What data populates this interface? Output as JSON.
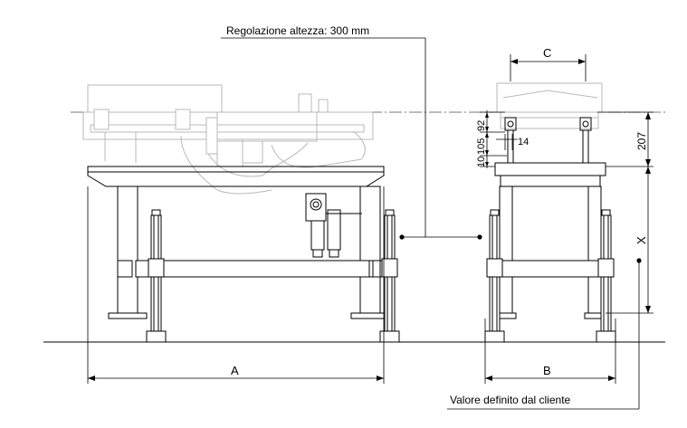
{
  "labels": {
    "height_adjust": "Regolazione altezza: 300 mm",
    "dim_a": "A",
    "dim_b": "B",
    "dim_c": "C",
    "dim_x": "X",
    "dim_207": "207",
    "dim_14": "14",
    "dim_92": "92",
    "dim_105": "105",
    "dim_10": "10",
    "customer_value": "Valore definito dal cliente"
  }
}
